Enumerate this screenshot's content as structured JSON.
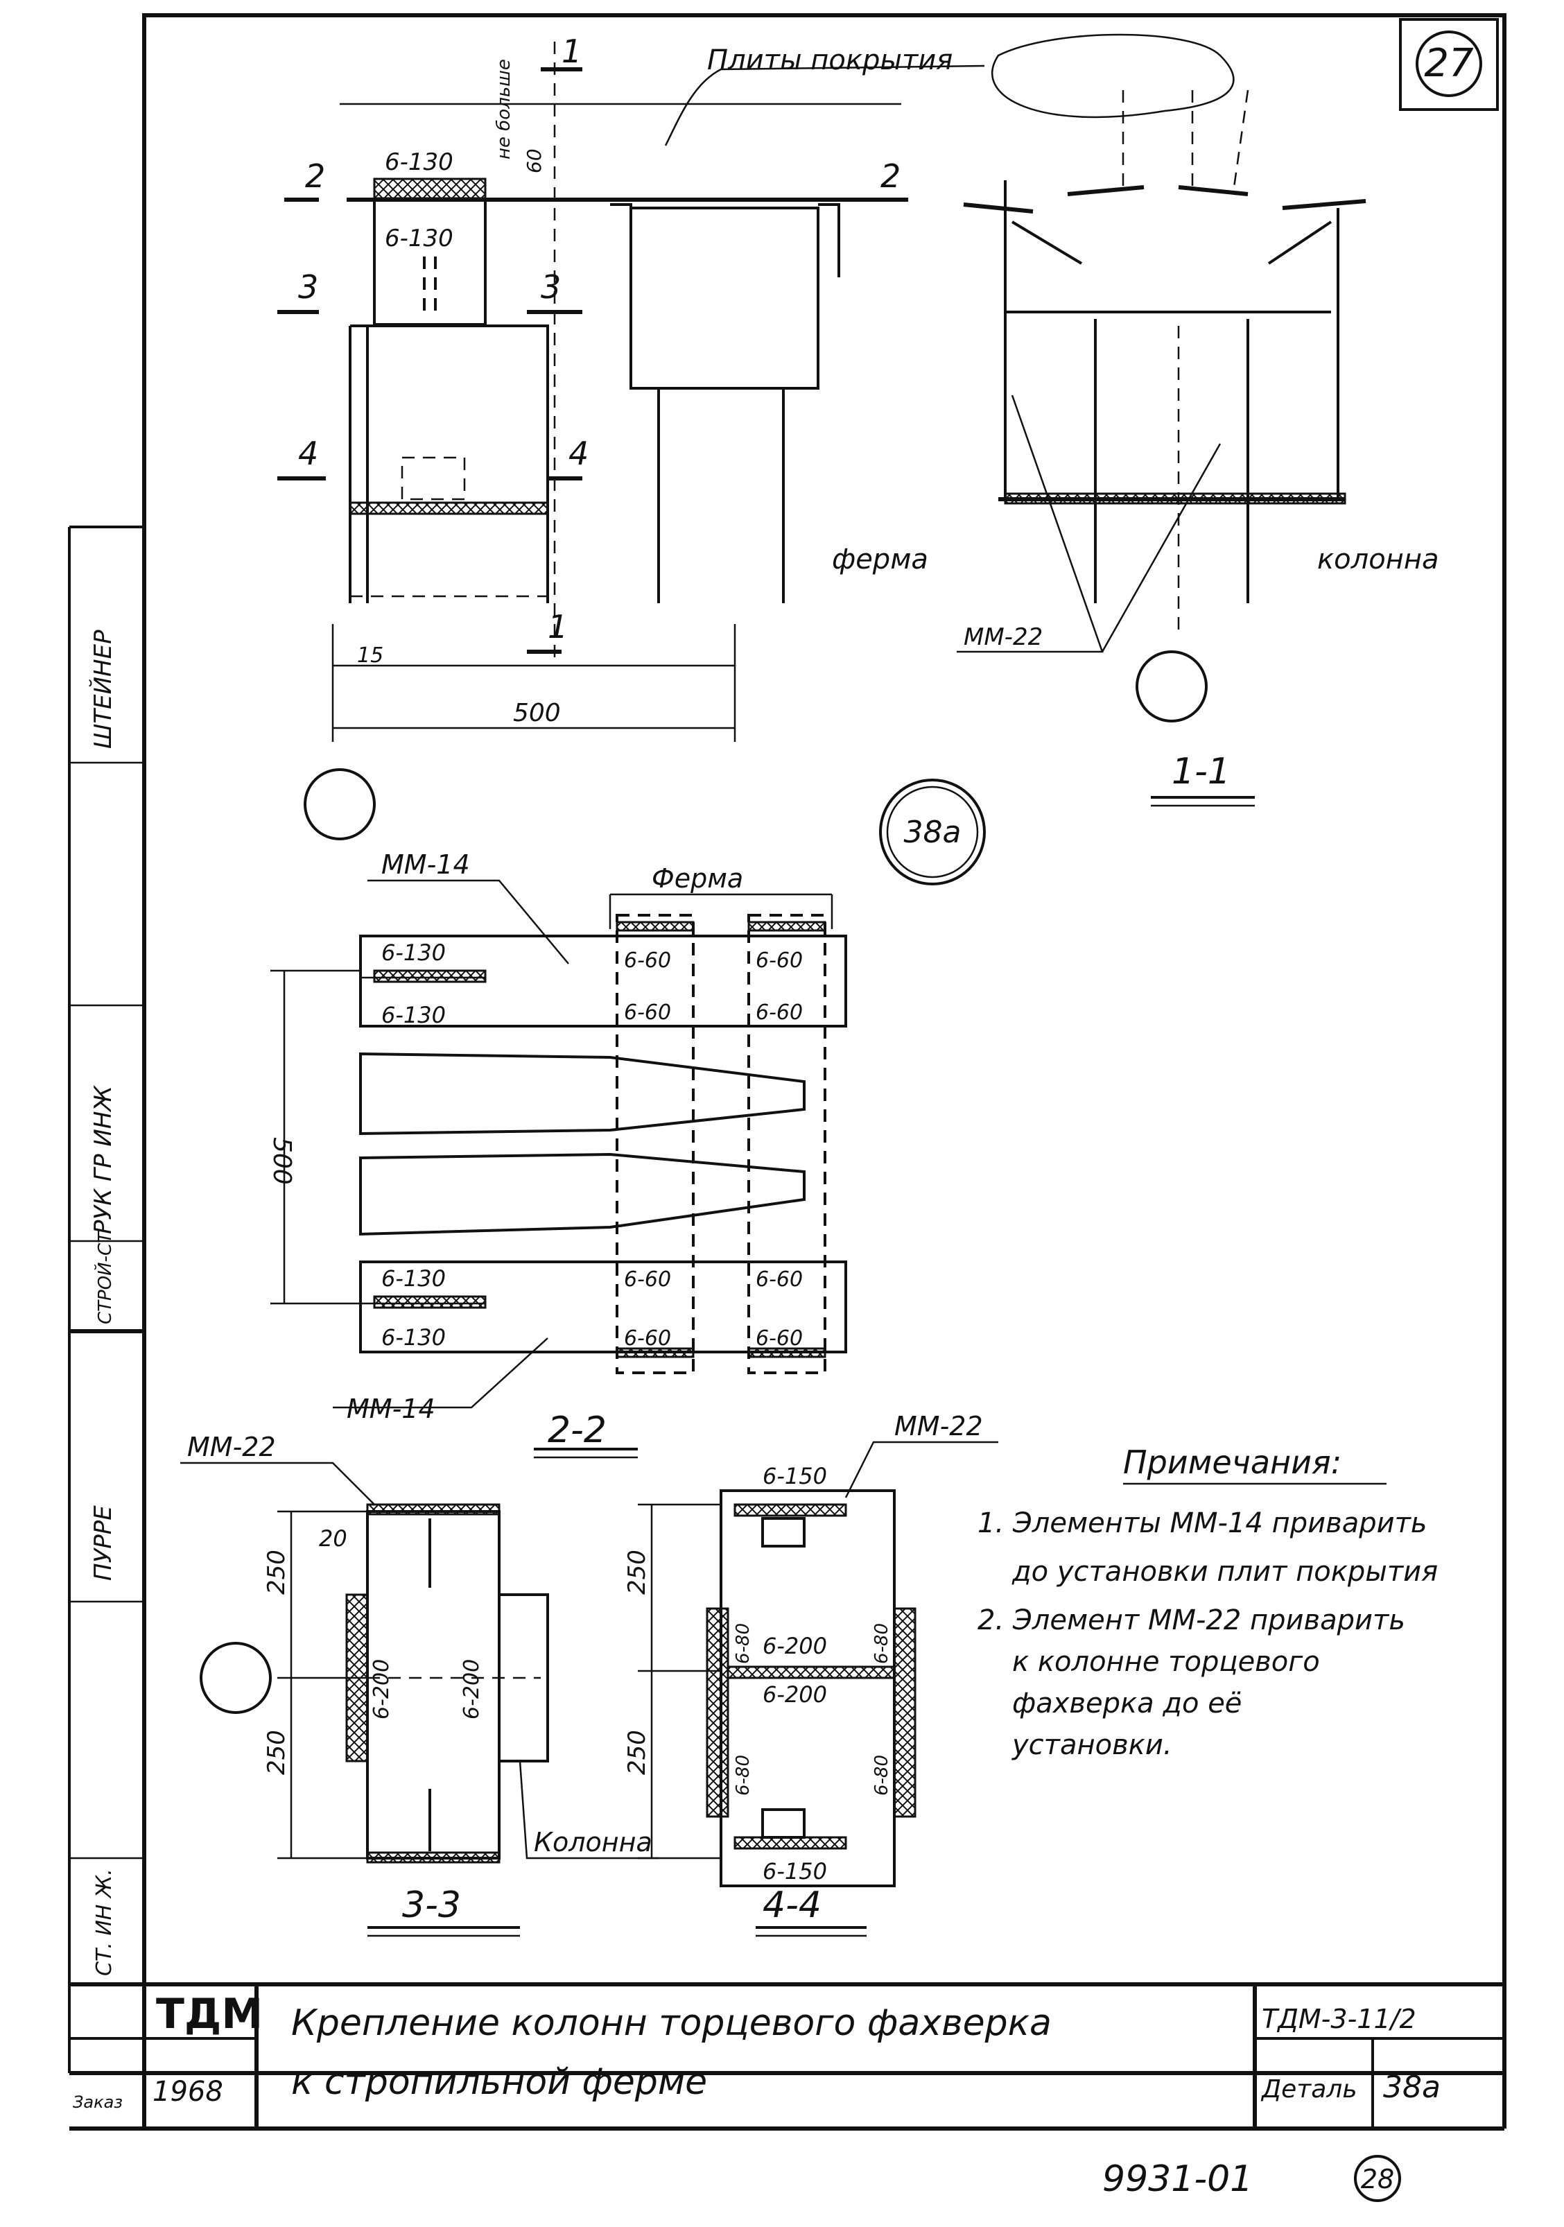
{
  "sheet": {
    "number_top": "27",
    "detail_circle": "38a",
    "bottom_page_circle": "28",
    "bottom_code": "9931-01"
  },
  "title_block": {
    "org": "ТДМ",
    "year": "1968",
    "title_line1": "Крепление колонн торцевого фахверка",
    "title_line2": "к стропильной ферме",
    "series": "ТДМ-3-11/2",
    "detail_label": "Деталь",
    "detail_value": "38а"
  },
  "side_stamp": {
    "role1": "ШТЕЙНЕР",
    "role2": "РУК ГР ИНЖ",
    "role3": "СТРОЙ-СТ",
    "role4": "ПУРРЕ",
    "role5": "СТ. ИН Ж.",
    "role6": "Заказ"
  },
  "view_top": {
    "plates_label": "Плиты покрытия",
    "dim_weld_top": "6-130",
    "dim_weld_mid": "6-130",
    "note_max": "не больше",
    "note_60": "60",
    "dim_15": "15",
    "dim_500": "500",
    "truss_label": "ферма",
    "column_label": "колонна",
    "mm22_label": "ММ-22",
    "sec_1": "1",
    "sec_2": "2",
    "sec_3": "3",
    "sec_4": "4",
    "section_title": "1-1"
  },
  "view_2_2": {
    "truss_label": "Ферма",
    "mm14_top": "ММ-14",
    "mm14_bottom": "ММ-14",
    "w_6_130": "6-130",
    "w_6_60": "6-60",
    "dim_500": "500",
    "section_title": "2-2"
  },
  "view_3_3": {
    "mm22": "ММ-22",
    "dim_20": "20",
    "dim_250": "250",
    "w_6_200": "6-200",
    "column": "Колонна",
    "section_title": "3-3"
  },
  "view_4_4": {
    "mm22": "ММ-22",
    "w_6_150": "6-150",
    "w_6_80": "6-80",
    "w_6_200": "6-200",
    "dim_250": "250",
    "section_title": "4-4"
  },
  "notes": {
    "heading": "Примечания:",
    "n1_line1": "1. Элементы ММ-14 приварить",
    "n1_line2": "до установки плит покрытия",
    "n2_line1": "2. Элемент ММ-22 приварить",
    "n2_line2": "к колонне торцевого",
    "n2_line3": "фахверка до её",
    "n2_line4": "установки."
  }
}
